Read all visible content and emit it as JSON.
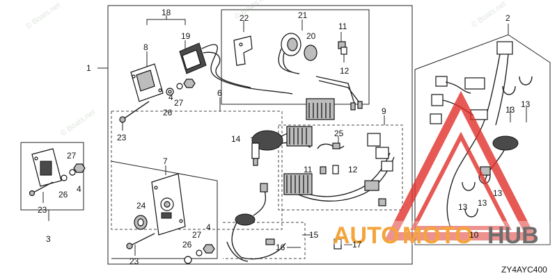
{
  "diagram": {
    "code": "ZY4AYC400",
    "callouts": [
      {
        "id": "c1",
        "label": "1"
      },
      {
        "id": "c2",
        "label": "2"
      },
      {
        "id": "c3",
        "label": "3"
      },
      {
        "id": "c4a",
        "label": "4"
      },
      {
        "id": "c4b",
        "label": "4"
      },
      {
        "id": "c4c",
        "label": "4"
      },
      {
        "id": "c6",
        "label": "6"
      },
      {
        "id": "c7",
        "label": "7"
      },
      {
        "id": "c8",
        "label": "8"
      },
      {
        "id": "c9",
        "label": "9"
      },
      {
        "id": "c10",
        "label": "10"
      },
      {
        "id": "c11a",
        "label": "11"
      },
      {
        "id": "c11b",
        "label": "11"
      },
      {
        "id": "c12a",
        "label": "12"
      },
      {
        "id": "c12b",
        "label": "12"
      },
      {
        "id": "c13a",
        "label": "13"
      },
      {
        "id": "c13b",
        "label": "13"
      },
      {
        "id": "c13c",
        "label": "13"
      },
      {
        "id": "c13d",
        "label": "13"
      },
      {
        "id": "c13e",
        "label": "13"
      },
      {
        "id": "c14",
        "label": "14"
      },
      {
        "id": "c15",
        "label": "15"
      },
      {
        "id": "c16",
        "label": "16"
      },
      {
        "id": "c17",
        "label": "17"
      },
      {
        "id": "c18",
        "label": "18"
      },
      {
        "id": "c19",
        "label": "19"
      },
      {
        "id": "c20",
        "label": "20"
      },
      {
        "id": "c21",
        "label": "21"
      },
      {
        "id": "c22",
        "label": "22"
      },
      {
        "id": "c23a",
        "label": "23"
      },
      {
        "id": "c23b",
        "label": "23"
      },
      {
        "id": "c23c",
        "label": "23"
      },
      {
        "id": "c24",
        "label": "24"
      },
      {
        "id": "c25",
        "label": "25"
      },
      {
        "id": "c26a",
        "label": "26"
      },
      {
        "id": "c26b",
        "label": "26"
      },
      {
        "id": "c26c",
        "label": "26"
      },
      {
        "id": "c27a",
        "label": "27"
      },
      {
        "id": "c27b",
        "label": "27"
      },
      {
        "id": "c27c",
        "label": "27"
      }
    ]
  },
  "watermark": {
    "text_auto": "AUTO",
    "text_moto": "MOTO",
    "text_hub": "HUB",
    "copyright": "Boats.net",
    "copyright_symbol": "©"
  },
  "colors": {
    "watermark_red": "#e0302a",
    "watermark_orange": "#f3a43a",
    "watermark_grey": "#6d6d6d"
  }
}
